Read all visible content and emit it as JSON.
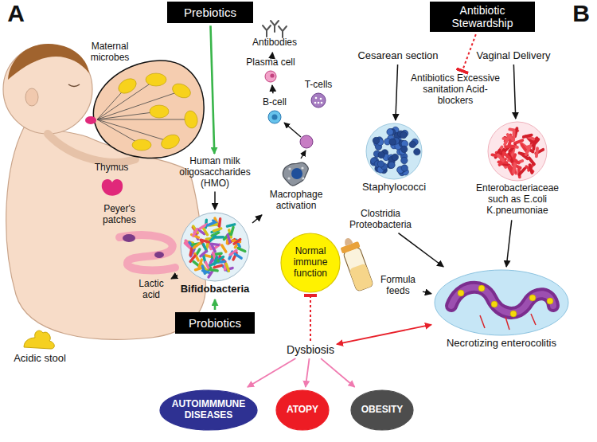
{
  "diagram": {
    "nodes": [
      {
        "text": [
          "Prebiotics"
        ]
      },
      {
        "text": [
          "Antibiotic Stewardship"
        ]
      },
      {
        "text": [
          "Antibodies"
        ]
      },
      {
        "text": [
          "Plasma cell"
        ]
      },
      {
        "text": [
          "T-cells"
        ]
      },
      {
        "text": [
          "B-cell"
        ]
      },
      {
        "text": [
          "Cesarean section"
        ]
      },
      {
        "text": [
          "Vaginal Delivery"
        ]
      },
      {
        "text": [
          "Antibiotics Excessive sanitation Acid-blockers"
        ]
      },
      {
        "text": [
          "Human milk oligosaccharides (HMO)"
        ]
      },
      {
        "text": [
          "Macrophage activation"
        ]
      },
      {
        "text": [
          "Staphylococci"
        ]
      },
      {
        "text": [
          "Enterobacteriaceae such as E.coli K.pneumoniae"
        ]
      },
      {
        "text": [
          "Bifidobacteria"
        ]
      },
      {
        "text": [
          "Clostridia Proteobacteria"
        ]
      },
      {
        "text": [
          "Normal immune function"
        ]
      },
      {
        "text": [
          "Lactic acid"
        ]
      },
      {
        "text": [
          "Formula feeds"
        ]
      },
      {
        "text": [
          "Probiotics"
        ]
      },
      {
        "text": [
          "Necrotizing enterocolitis"
        ]
      },
      {
        "text": [
          "Dysbiosis"
        ]
      },
      {
        "text": [
          "AUTOIMMMUNE DISEASES"
        ]
      },
      {
        "text": [
          "ATOPY"
        ]
      },
      {
        "text": [
          "OBESITY"
        ]
      }
    ],
    "edges": [
      {
        "from": 0,
        "to": 9,
        "arrow": "to"
      },
      {
        "from": 1,
        "to": 8,
        "arrow": "to"
      },
      {
        "from": 3,
        "to": 2,
        "arrow": "to"
      },
      {
        "from": 5,
        "to": 3,
        "arrow": "to"
      },
      {
        "from": 6,
        "to": 11,
        "arrow": "to"
      },
      {
        "from": 7,
        "to": 12,
        "arrow": "to"
      },
      {
        "from": 9,
        "to": 13,
        "arrow": "to"
      },
      {
        "from": 13,
        "to": 10,
        "arrow": "to"
      },
      {
        "from": 13,
        "to": 16,
        "arrow": "to"
      },
      {
        "from": 18,
        "to": 13,
        "arrow": "to"
      },
      {
        "from": 14,
        "to": 19,
        "arrow": "to"
      },
      {
        "from": 12,
        "to": 19,
        "arrow": "to"
      },
      {
        "from": 17,
        "to": 19,
        "arrow": "to"
      },
      {
        "from": 20,
        "to": 15,
        "arrow": "to"
      },
      {
        "from": 20,
        "to": 21,
        "arrow": "to"
      },
      {
        "from": 20,
        "to": 22,
        "arrow": "to"
      },
      {
        "from": 20,
        "to": 23,
        "arrow": "to"
      },
      {
        "from": 20,
        "to": 19,
        "arrow": "both"
      }
    ],
    "labels": [
      "A",
      "B",
      "Maternal microbes",
      "Thymus",
      "Peyer's patches",
      "Acidic stool"
    ]
  }
}
